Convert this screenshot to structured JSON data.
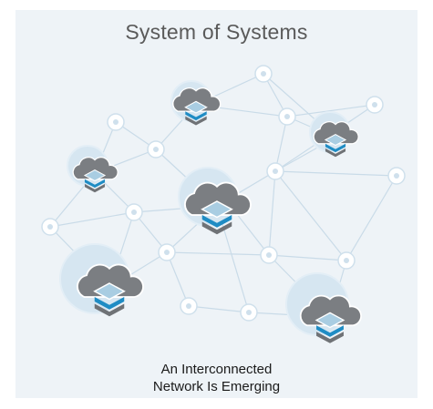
{
  "title": "System of Systems",
  "caption": {
    "line1": "An Interconnected",
    "line2": "Network Is Emerging"
  },
  "colors": {
    "background": "#eef3f7",
    "edge": "#c9dbe8",
    "node_fill": "#ffffff",
    "node_stroke": "#cfe0ec",
    "halo": "#d6e6f1",
    "cloud": "#7b7e82",
    "cloud_outline": "#ffffff",
    "stack_top": "#a9cde2",
    "stack_mid": "#1f8cc4",
    "stack_bottom": "#6f7276"
  },
  "icons": {
    "small_node": "network-node-icon",
    "hub": "cloud-stack-icon"
  }
}
